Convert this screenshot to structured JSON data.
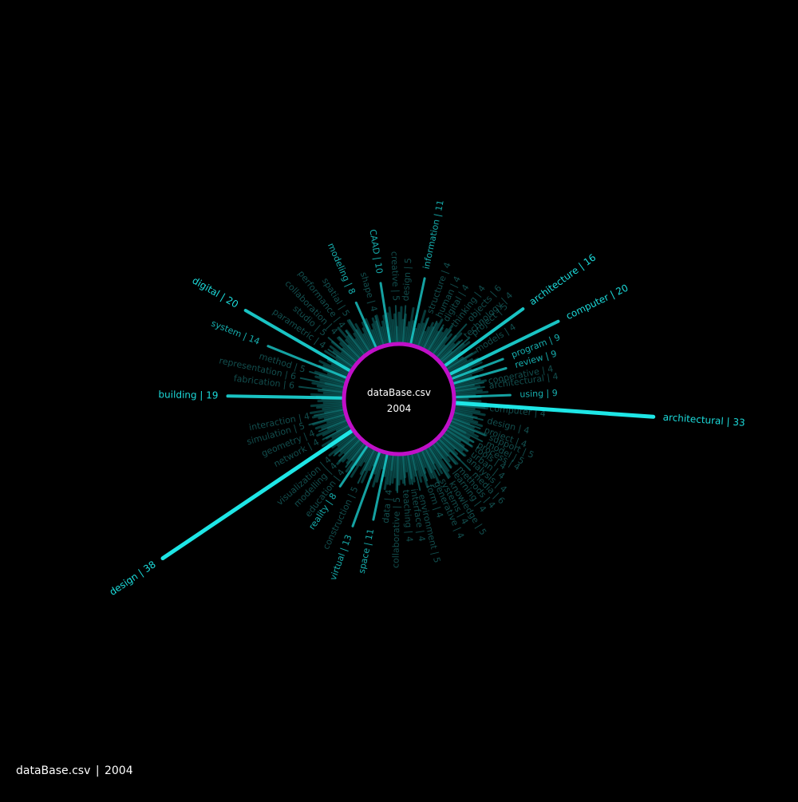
{
  "footer": {
    "file": "dataBase.csv",
    "separator": "|",
    "year": "2004"
  },
  "center": {
    "file": "dataBase.csv",
    "year": "2004"
  },
  "colors": {
    "background": "#000000",
    "ring": "#c010c8",
    "highlight": "#1ee6e6",
    "text": "#ffffff"
  },
  "chart_data": {
    "type": "radial-bar",
    "title": "dataBase.csv 2004",
    "label_format": "term | count",
    "highlighted": [
      {
        "term": "design",
        "count": 38,
        "angle": 214
      },
      {
        "term": "architectural",
        "count": 33,
        "angle": 356
      },
      {
        "term": "computer",
        "count": 20,
        "angle": 26
      },
      {
        "term": "digital",
        "count": 20,
        "angle": 150
      },
      {
        "term": "building",
        "count": 19,
        "angle": 179
      },
      {
        "term": "architecture",
        "count": 16,
        "angle": 36
      },
      {
        "term": "system",
        "count": 14,
        "angle": 158
      },
      {
        "term": "virtual",
        "count": 13,
        "angle": 250
      },
      {
        "term": "information",
        "count": 11,
        "angle": 78
      },
      {
        "term": "space",
        "count": 11,
        "angle": 258
      },
      {
        "term": "CAAD",
        "count": 10,
        "angle": 99
      },
      {
        "term": "program",
        "count": 9,
        "angle": 21
      },
      {
        "term": "using",
        "count": 9,
        "angle": 2
      },
      {
        "term": "review",
        "count": 9,
        "angle": 16
      },
      {
        "term": "modeling",
        "count": 8,
        "angle": 114
      },
      {
        "term": "reality",
        "count": 8,
        "angle": 236
      }
    ],
    "others": [
      {
        "term": "computer",
        "count": 4,
        "angle": 354
      },
      {
        "term": "design",
        "count": 4,
        "angle": 346
      },
      {
        "term": "project",
        "count": 4,
        "angle": 340
      },
      {
        "term": "support",
        "count": 5,
        "angle": 337
      },
      {
        "term": "model",
        "count": 5,
        "angle": 333
      },
      {
        "term": "process",
        "count": 4,
        "angle": 330
      },
      {
        "term": "tools",
        "count": 4,
        "angle": 327
      },
      {
        "term": "urban",
        "count": 4,
        "angle": 323
      },
      {
        "term": "analysis",
        "count": 4,
        "angle": 319
      },
      {
        "term": "media",
        "count": 6,
        "angle": 315
      },
      {
        "term": "methods",
        "count": 4,
        "angle": 311
      },
      {
        "term": "learning",
        "count": 4,
        "angle": 307
      },
      {
        "term": "knowledge",
        "count": 5,
        "angle": 302
      },
      {
        "term": "systems",
        "count": 4,
        "angle": 298
      },
      {
        "term": "generative",
        "count": 4,
        "angle": 294
      },
      {
        "term": "form",
        "count": 4,
        "angle": 289
      },
      {
        "term": "environment",
        "count": 5,
        "angle": 283
      },
      {
        "term": "interface",
        "count": 4,
        "angle": 279
      },
      {
        "term": "teaching",
        "count": 4,
        "angle": 274
      },
      {
        "term": "collaborative",
        "count": 5,
        "angle": 269
      },
      {
        "term": "data",
        "count": 4,
        "angle": 264
      },
      {
        "term": "construction",
        "count": 5,
        "angle": 244
      },
      {
        "term": "education",
        "count": 4,
        "angle": 232
      },
      {
        "term": "modelling",
        "count": 4,
        "angle": 226
      },
      {
        "term": "visualization",
        "count": 4,
        "angle": 221
      },
      {
        "term": "network",
        "count": 4,
        "angle": 208
      },
      {
        "term": "geometry",
        "count": 4,
        "angle": 202
      },
      {
        "term": "simulation",
        "count": 5,
        "angle": 196
      },
      {
        "term": "interaction",
        "count": 4,
        "angle": 191
      },
      {
        "term": "fabrication",
        "count": 6,
        "angle": 173
      },
      {
        "term": "representation",
        "count": 6,
        "angle": 168
      },
      {
        "term": "method",
        "count": 5,
        "angle": 163
      },
      {
        "term": "parametric",
        "count": 4,
        "angle": 145
      },
      {
        "term": "studio",
        "count": 5,
        "angle": 139
      },
      {
        "term": "collaboration",
        "count": 4,
        "angle": 134
      },
      {
        "term": "performance",
        "count": 4,
        "angle": 128
      },
      {
        "term": "spatial",
        "count": 5,
        "angle": 122
      },
      {
        "term": "shape",
        "count": 4,
        "angle": 106
      },
      {
        "term": "creative",
        "count": 5,
        "angle": 92
      },
      {
        "term": "design",
        "count": 5,
        "angle": 86
      },
      {
        "term": "structure",
        "count": 4,
        "angle": 70
      },
      {
        "term": "human",
        "count": 4,
        "angle": 64
      },
      {
        "term": "digital",
        "count": 4,
        "angle": 59
      },
      {
        "term": "thinking",
        "count": 4,
        "angle": 53
      },
      {
        "term": "objects",
        "count": 6,
        "angle": 48
      },
      {
        "term": "technology",
        "count": 4,
        "angle": 43
      },
      {
        "term": "project",
        "count": 5,
        "angle": 41
      },
      {
        "term": "models",
        "count": 4,
        "angle": 32
      },
      {
        "term": "cooperative",
        "count": 4,
        "angle": 11
      },
      {
        "term": "architectural",
        "count": 4,
        "angle": 8
      }
    ]
  }
}
